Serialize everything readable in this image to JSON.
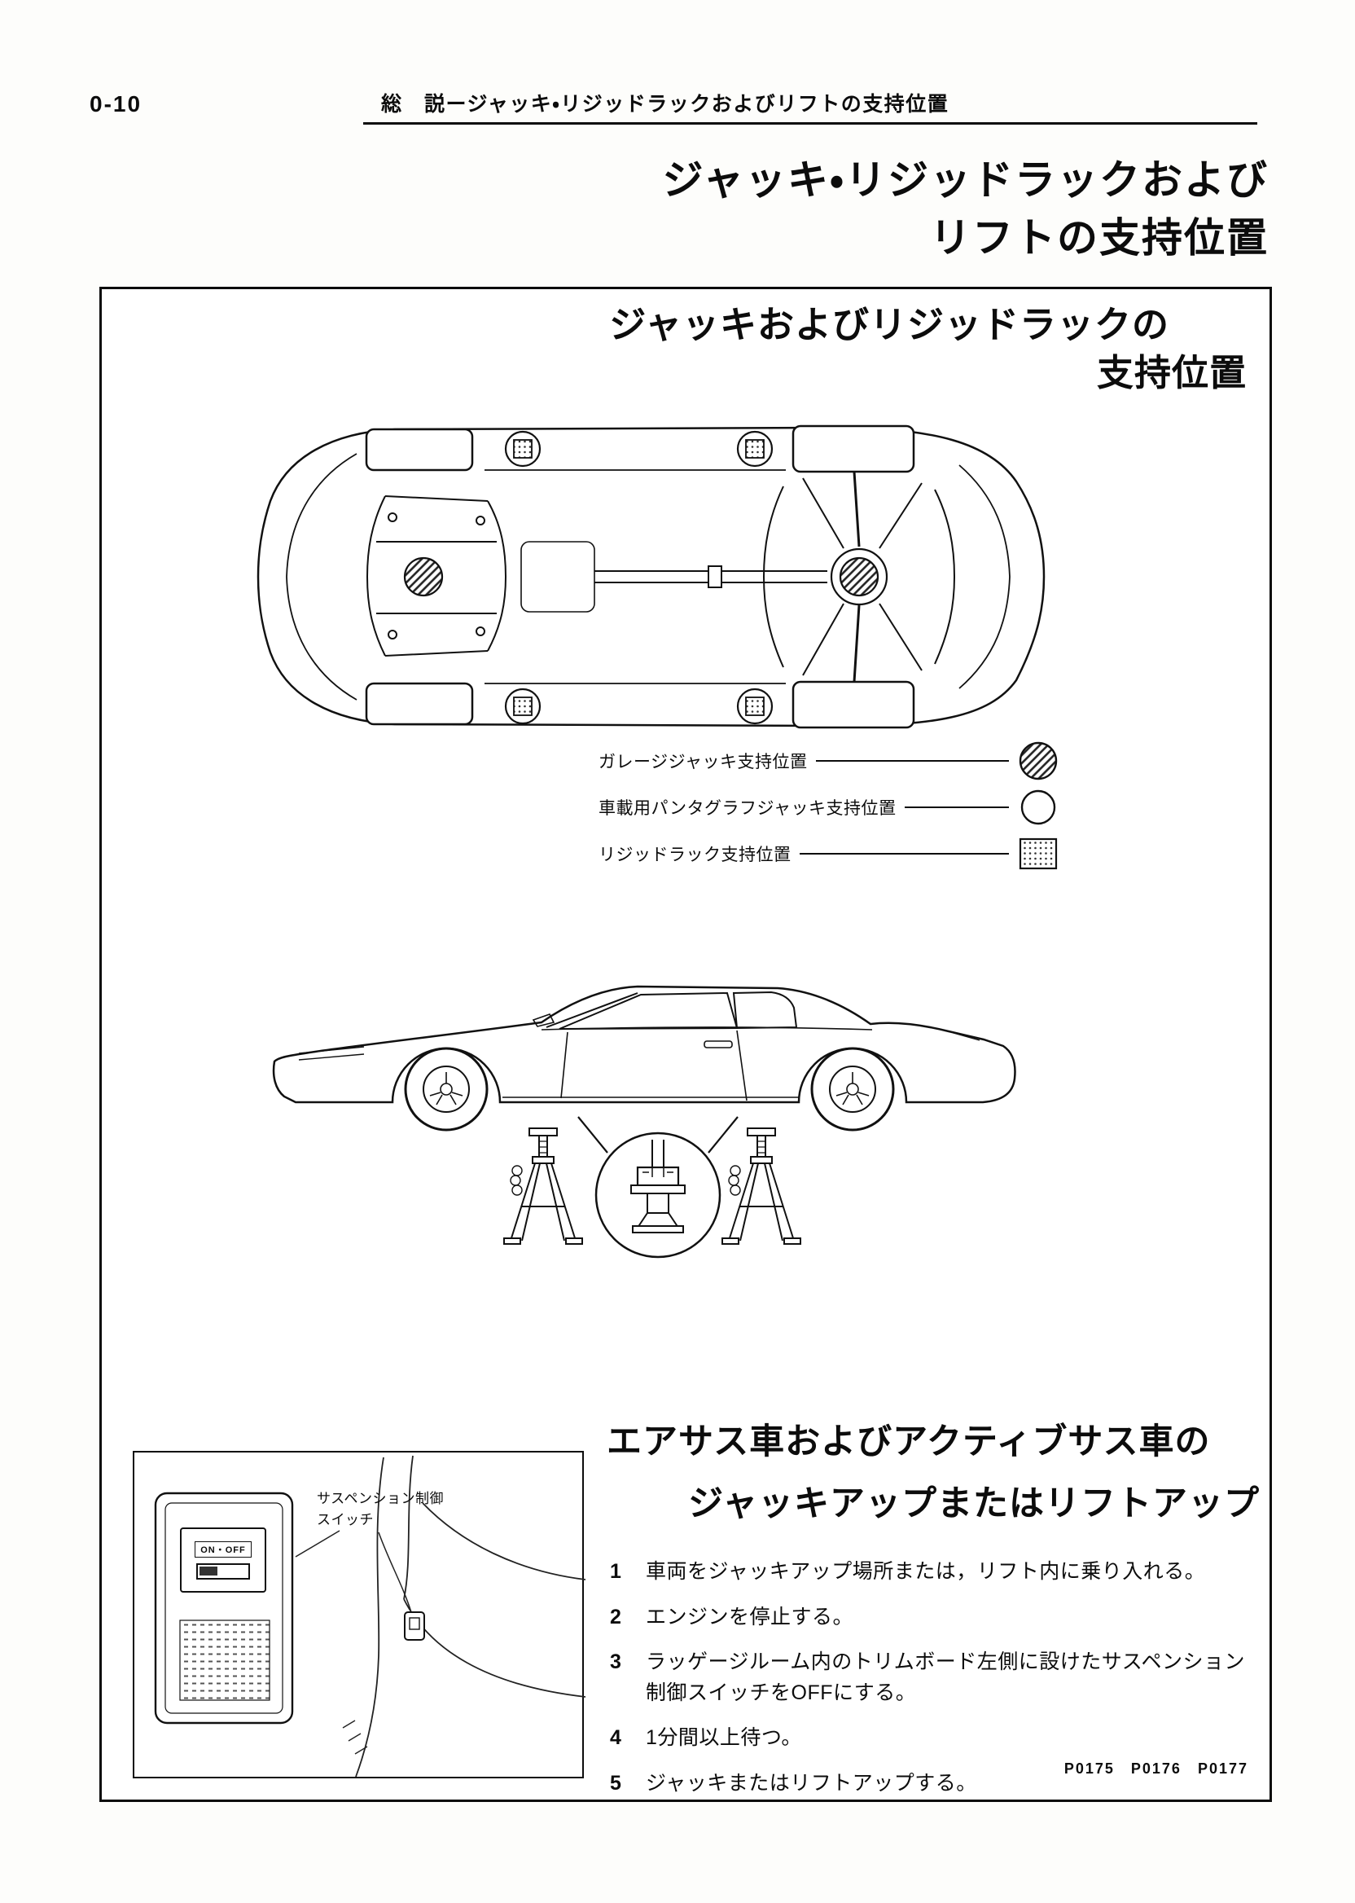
{
  "page": {
    "number": "0-10",
    "header": "総　説ージャッキ・リジッドラックおよびリフトの支持位置",
    "title_line1": "ジャッキ・リジッドラックおよび",
    "title_line2": "リフトの支持位置"
  },
  "support_section": {
    "subtitle_line1": "ジャッキおよびリジッドラックの",
    "subtitle_line2": "支持位置",
    "legend": [
      {
        "label": "ガレージジャッキ支持位置",
        "symbol": "hatched-circle"
      },
      {
        "label": "車載用パンタグラフジャッキ支持位置",
        "symbol": "open-circle"
      },
      {
        "label": "リジッドラック支持位置",
        "symbol": "dotted-square"
      }
    ]
  },
  "inset": {
    "label_line1": "サスペンション制御",
    "label_line2": "スイッチ",
    "switch_text": "ON・OFF"
  },
  "procedure": {
    "title_line1": "エアサス車およびアクティブサス車の",
    "title_line2": "ジャッキアップまたはリフトアップ",
    "steps": [
      {
        "num": "1",
        "text": "車両をジャッキアップ場所または，リフト内に乗り入れる。"
      },
      {
        "num": "2",
        "text": "エンジンを停止する。"
      },
      {
        "num": "3",
        "text": "ラッゲージルーム内のトリムボード左側に設けたサスペンション制御スイッチをOFFにする。"
      },
      {
        "num": "4",
        "text": "1分間以上待つ。"
      },
      {
        "num": "5",
        "text": "ジャッキまたはリフトアップする。"
      }
    ]
  },
  "footer": {
    "photo_refs": "P0175　P0176　P0177"
  }
}
